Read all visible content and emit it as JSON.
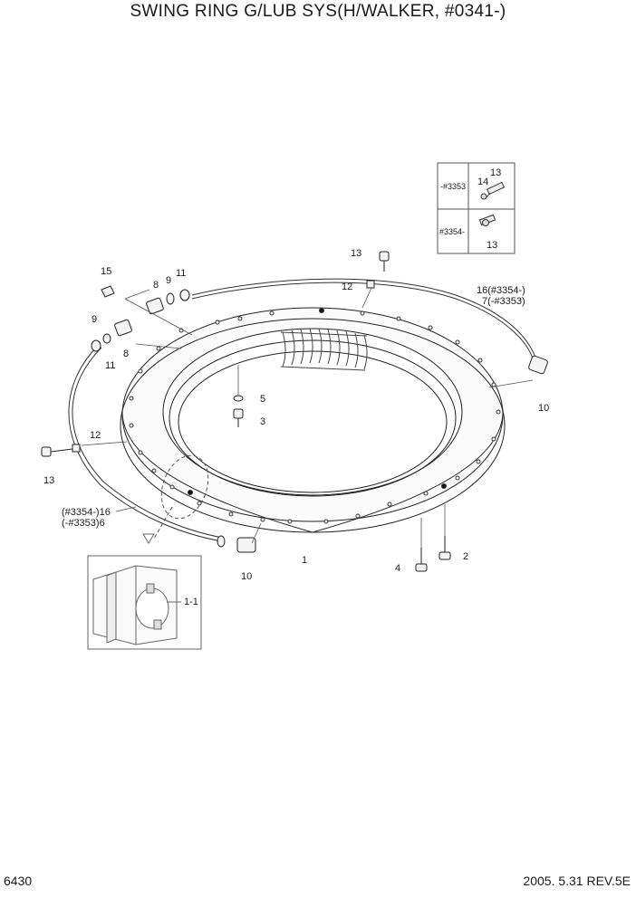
{
  "title": "SWING RING G/LUB SYS(H/WALKER, #0341-)",
  "footer": {
    "page": "6430",
    "date_rev": "2005. 5.31  REV.5E"
  },
  "inset": {
    "row1": "-#3353",
    "row2": "#3354-",
    "row1_parts": [
      "14",
      "13"
    ],
    "row2_part": "13"
  },
  "callouts": {
    "p1": "1",
    "p1_1": "1-1",
    "p2": "2",
    "p3": "3",
    "p4": "4",
    "p5": "5",
    "p8a": "8",
    "p8b": "8",
    "p9a": "9",
    "p9b": "9",
    "p10a": "10",
    "p10b": "10",
    "p11a": "11",
    "p11b": "11",
    "p12a": "12",
    "p12b": "12",
    "p13a": "13",
    "p13b": "13",
    "p15": "15",
    "hose_right_1": "16(#3354-)",
    "hose_right_2": "7(-#3353)",
    "hose_left_1": "(#3354-)16",
    "hose_left_2": "(-#3353)6"
  }
}
